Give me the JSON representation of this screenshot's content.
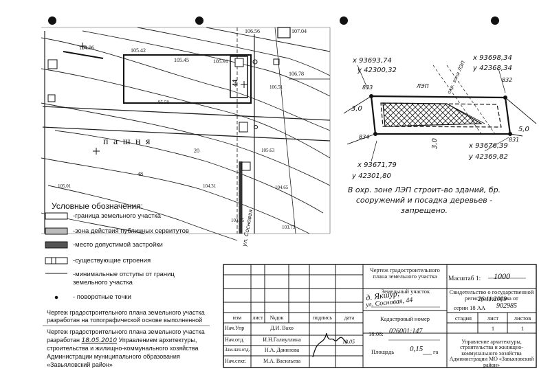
{
  "map_labels": {
    "e_9496": "104.96",
    "e_10542": "105.42",
    "e_10545": "105.45",
    "e_10591": "105.91",
    "e_10656": "106.56",
    "e_10704": "107.04",
    "e_10678": "106.78",
    "e_10651": "106.51",
    "e_9558": "95.58",
    "e_10563": "105.63",
    "e_10431": "104.31",
    "e_10501": "105.01",
    "e_10465": "104.65",
    "e_10375": "103.75",
    "e_10373": "103.73",
    "field_word": "п а ш н я",
    "num_20": "20",
    "num_48": "48",
    "bldg_number": "44",
    "road_name": "ул. Сосновая"
  },
  "inset": {
    "coord1_x": "х 93693,74",
    "coord1_y": "у 42300,32",
    "coord2_x": "х 93698,34",
    "coord2_y": "у 42368,34",
    "coord3_x": "х 93676,39",
    "coord3_y": "у 42369,82",
    "coord4_x": "х 93671,79",
    "coord4_y": "у 42301,80",
    "pt_831": "831",
    "pt_832": "832",
    "pt_833": "833",
    "pt_834": "834",
    "dist_3_0_left": "3,0",
    "dist_3_0_bottom": "3,0",
    "dist_5_0": "5,0",
    "lep": "ЛЭП",
    "zone_text": "охр. зона ЛЭП",
    "note": "В охр. зоне ЛЭП строит-во зданий, бр. сооружений и посадка деревьев - запрещено."
  },
  "legend": {
    "title": "Условные обозначения:",
    "items": [
      "-граница земельного участка",
      "-зона действия публичных сервитутов",
      "-место допустимой застройки",
      "-существующие строения",
      "-минимальные отступы от границ земельного участка",
      "- поворотные точки"
    ],
    "footnote": "Чертеж градостроительного плана земельного участка разработан на топографической основе выполненной",
    "dev_prefix": "Чертеж градостроительного плана земельного участка разработан",
    "dev_date": "18.05.2010",
    "dev_suffix": "Управлением архитектуры, строительства и жилищно-коммунального хозяйства Администрации муниципального образования «Завьяловский район»"
  },
  "title_block": {
    "drawing_title": "Чертеж градостроительного плана земельного участка",
    "scale_label": "Масштаб 1:",
    "scale_value": "1000",
    "land_label": "Земельный участок",
    "land_value_1": "д. Якшур,",
    "land_value_2": "ул. Сосновая, 44",
    "certificate": "Свидетельство о государственной регистрации права от",
    "cert_date": "26.11.2009",
    "cert_series": "серии 18 АА",
    "cert_number": "902985",
    "cadastral_label": "Кадастровый номер",
    "cadastral_prefix": "18:08:",
    "cadastral_value": "026001:147",
    "area_label": "Площадь",
    "area_value": "0,15",
    "area_unit": "га",
    "head_izm": "изм",
    "head_list": "лист",
    "head_ndok": "№док",
    "head_podpis": "подпись",
    "head_data": "дата",
    "stage_label": "стадия",
    "sheet_label": "лист",
    "sheets_label": "листов",
    "stage_value": "",
    "sheet_value": "1",
    "sheets_value": "1",
    "org": "Управление архитектуры, строительства и жилищно-коммунального хозяйства Администрации МО «Завьяловский район»",
    "signature_date": "18.05",
    "staff": [
      {
        "role": "Нач.Упр",
        "name": "Д.И. Вахо"
      },
      {
        "role": "Нач.отд.",
        "name": "И.Н.Галиуллина"
      },
      {
        "role": "Зам.нач.отд.",
        "name": "Н.А. Данилова"
      },
      {
        "role": "Нач.сект.",
        "name": "М.А. Васильева"
      }
    ]
  }
}
